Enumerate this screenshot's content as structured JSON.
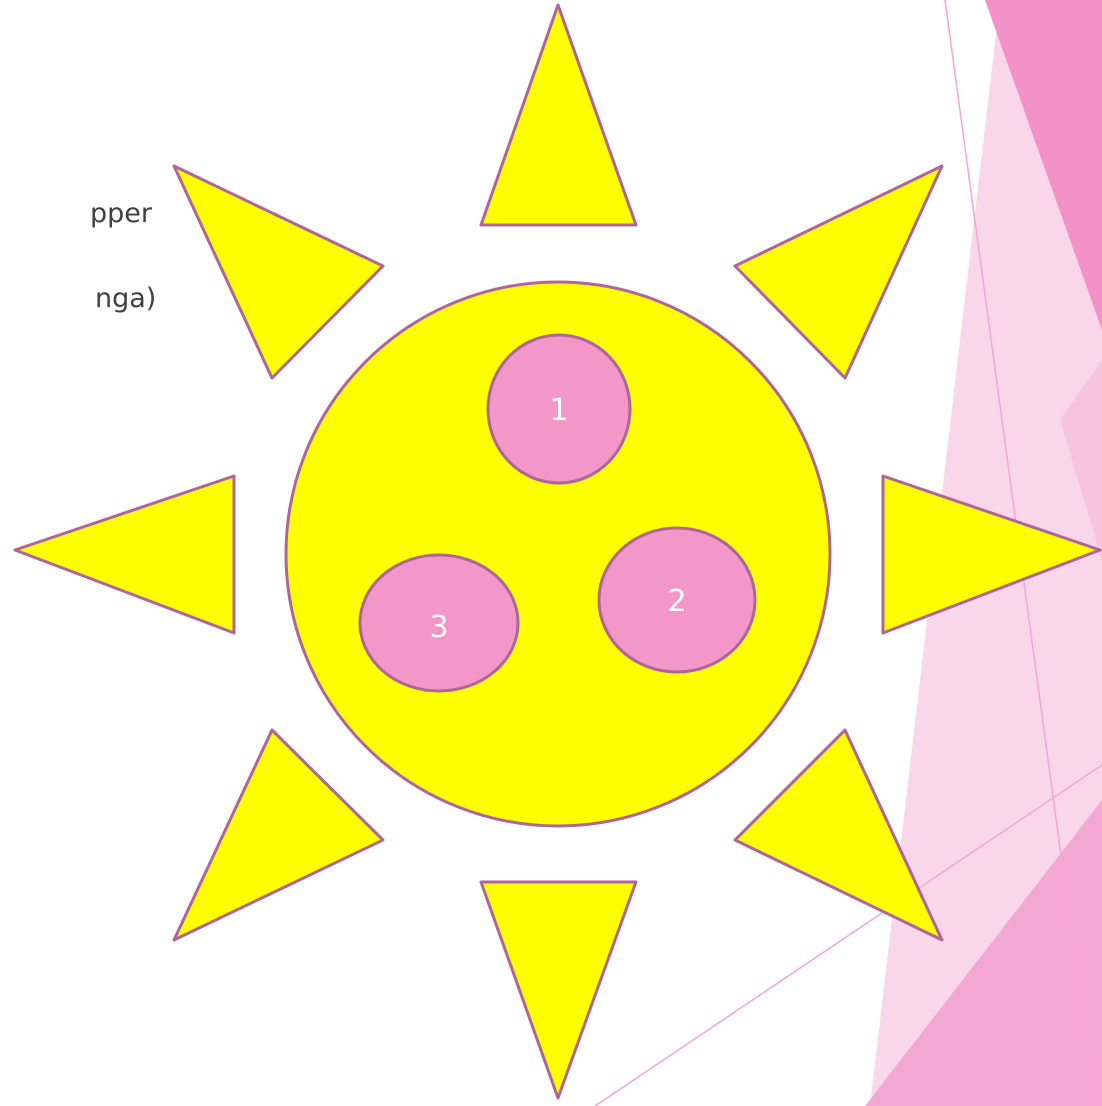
{
  "text_lines": [
    "pper",
    "nga)"
  ],
  "labels": [
    "1",
    "2",
    "3"
  ],
  "colors": {
    "sun_fill": "#ffff00",
    "outline": "#b0659a",
    "circle_fill": "#f396c8",
    "label_text": "#ffffff",
    "accent_dark": "#f292c8",
    "accent_light": "#f9d6e9",
    "accent_mid": "#f3a8d4",
    "accent_line": "#f6a6d2",
    "body_text": "#404040"
  }
}
